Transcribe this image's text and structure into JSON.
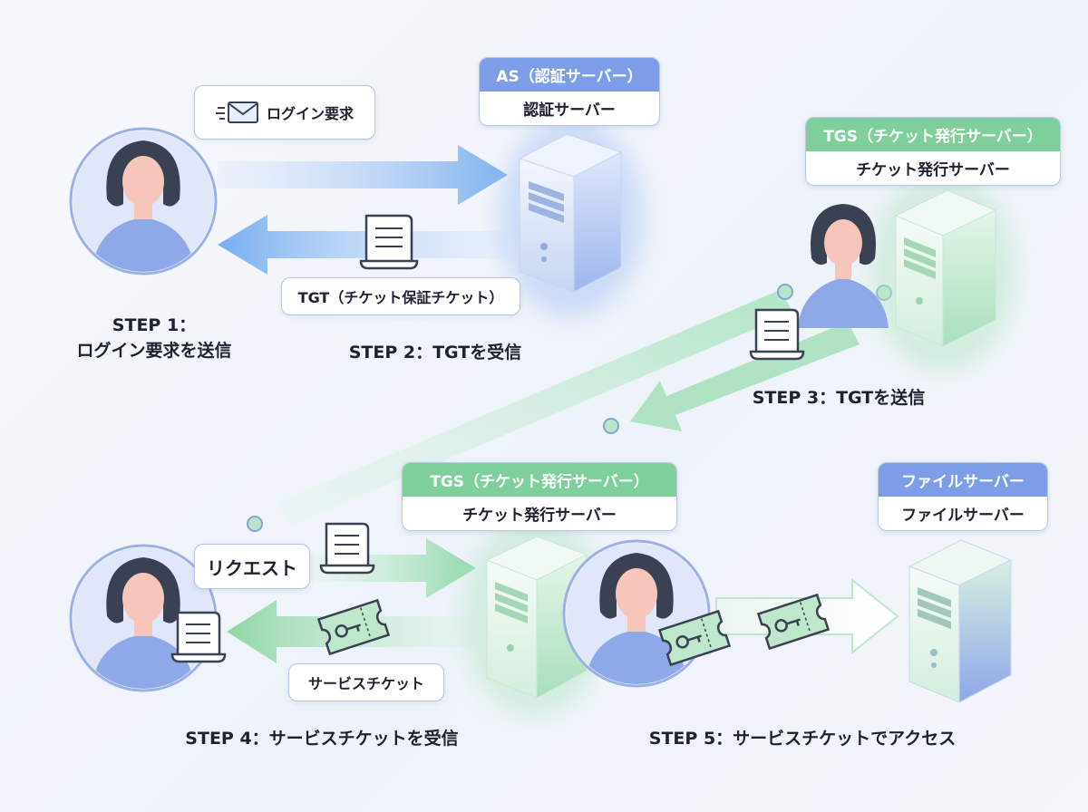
{
  "servers": {
    "as": {
      "head": "AS（認証サーバー）",
      "sub": "認証サーバー"
    },
    "tgs_top": {
      "head": "TGS（チケット発行サーバー）",
      "sub": "チケット発行サーバー"
    },
    "tgs_bottom": {
      "head": "TGS（チケット発行サーバー）",
      "sub": "チケット発行サーバー"
    },
    "file": {
      "head": "ファイルサーバー",
      "sub": "ファイルサーバー"
    }
  },
  "bubbles": {
    "login_request": "ログイン要求",
    "tgt": "TGT（チケット保証チケット）",
    "request": "リクエスト",
    "service_ticket": "サービスチケット"
  },
  "steps": {
    "step1_line1": "STEP 1：",
    "step1_line2": "ログイン要求を送信",
    "step2": "STEP 2：TGTを受信",
    "step3": "STEP 3：TGTを送信",
    "step4": "STEP 4：サービスチケットを受信",
    "step5": "STEP 5：サービスチケットでアクセス"
  },
  "icons": [
    "envelope-icon",
    "document-icon",
    "ticket-key-icon",
    "server-icon",
    "user-icon"
  ],
  "colors": {
    "blue_accent": "#7d9ee6",
    "green_accent": "#7fcf9c",
    "avatar_bg": "#dde6f8",
    "skin": "#f6c6bb",
    "hair": "#3a4152",
    "shirt": "#8fa8e8"
  }
}
